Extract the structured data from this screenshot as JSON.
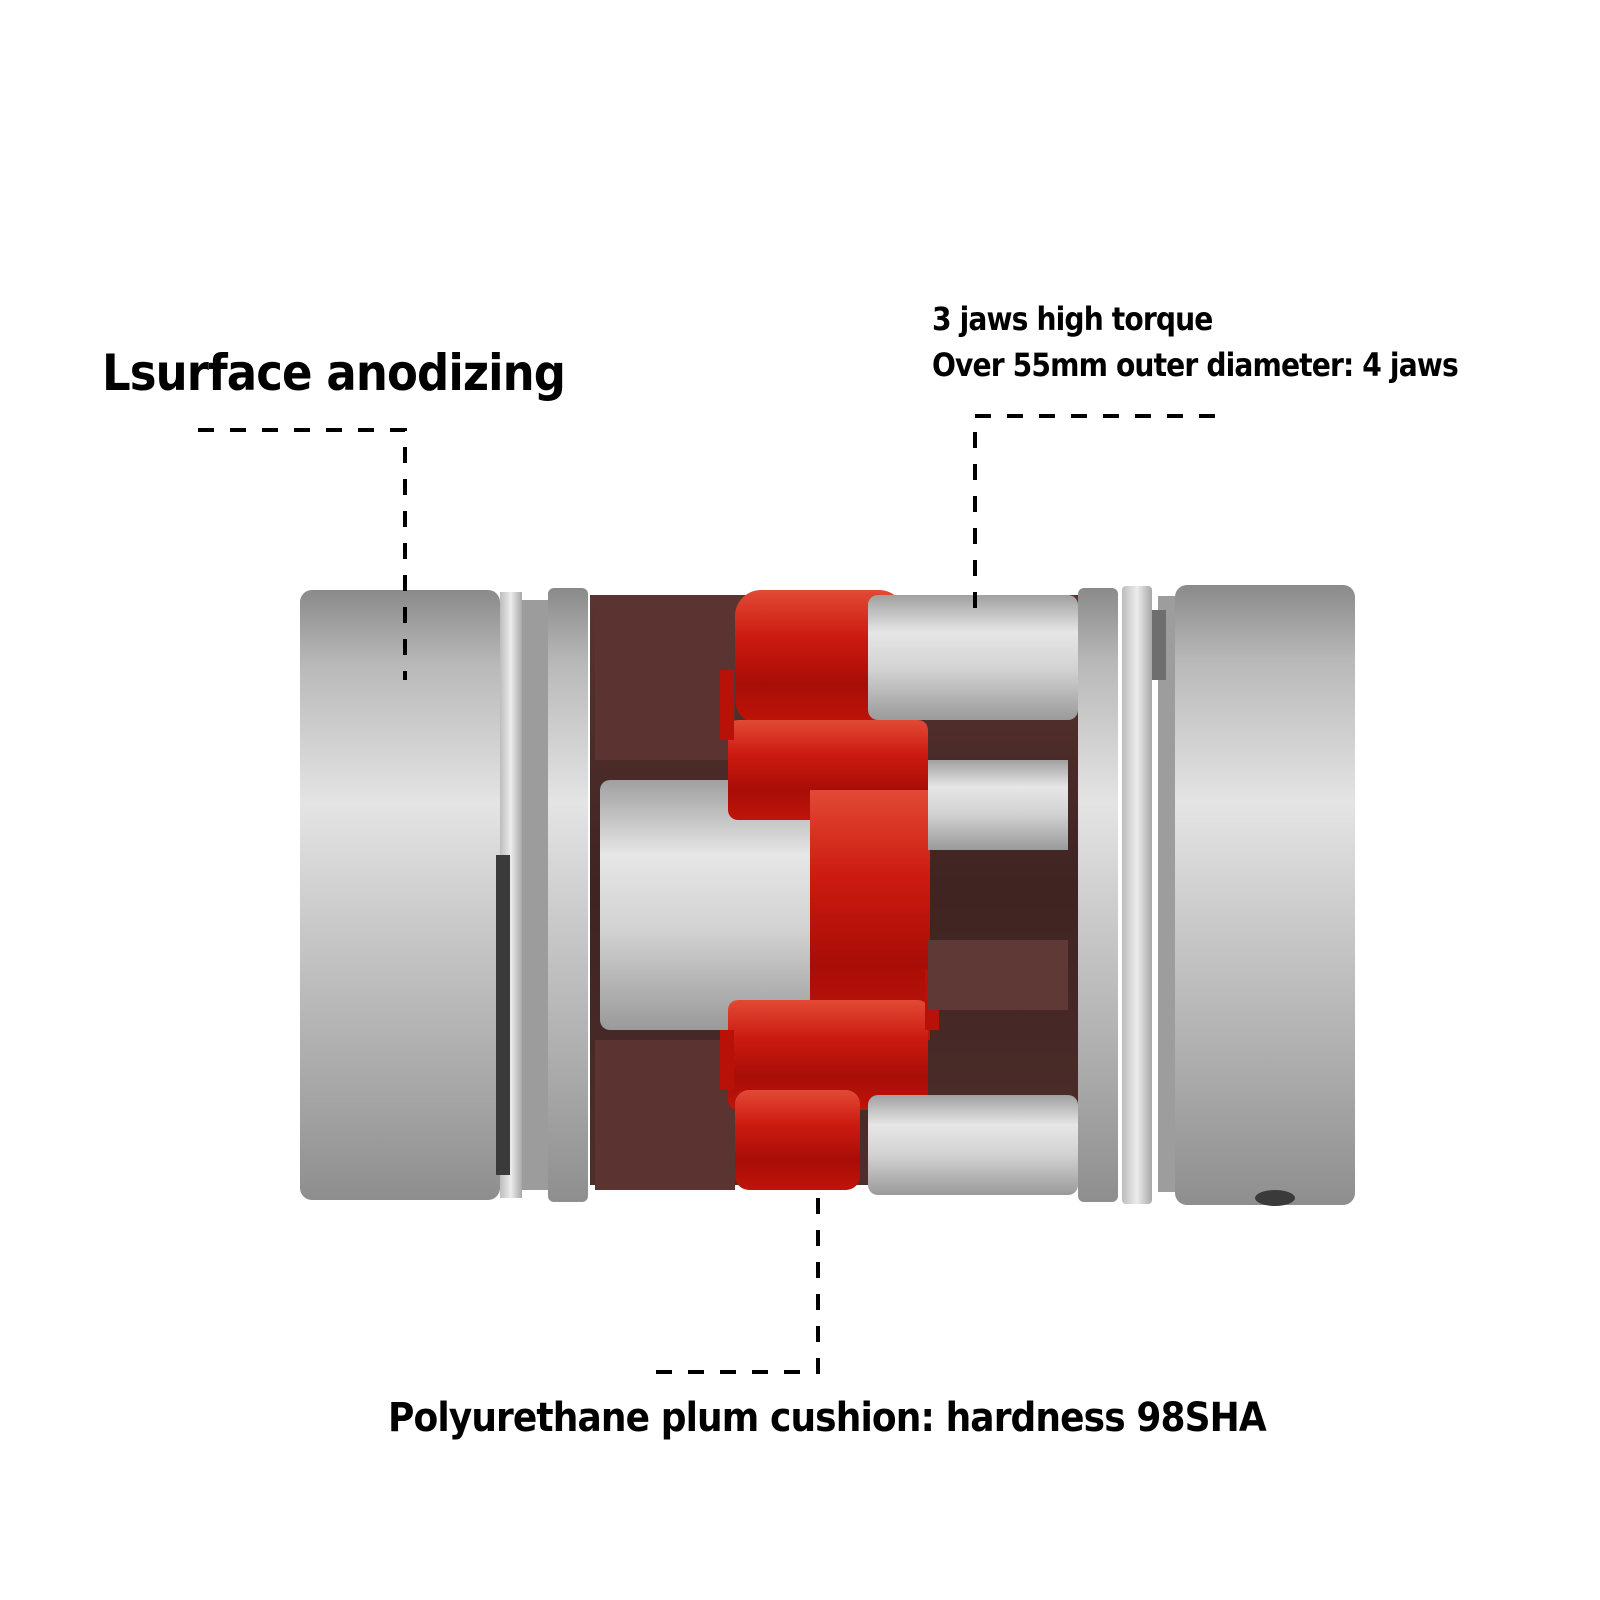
{
  "callouts": {
    "surface": "Lsurface anodizing",
    "jaws": {
      "line1": "3 jaws high torque",
      "line2": "Over 55mm outer diameter: 4 jaws"
    },
    "cushion": "Polyurethane plum cushion: hardness 98SHA"
  },
  "colors": {
    "background": "#ffffff",
    "metal": "#c0c0c0",
    "spider": "#cc1a10",
    "text": "#000000"
  }
}
